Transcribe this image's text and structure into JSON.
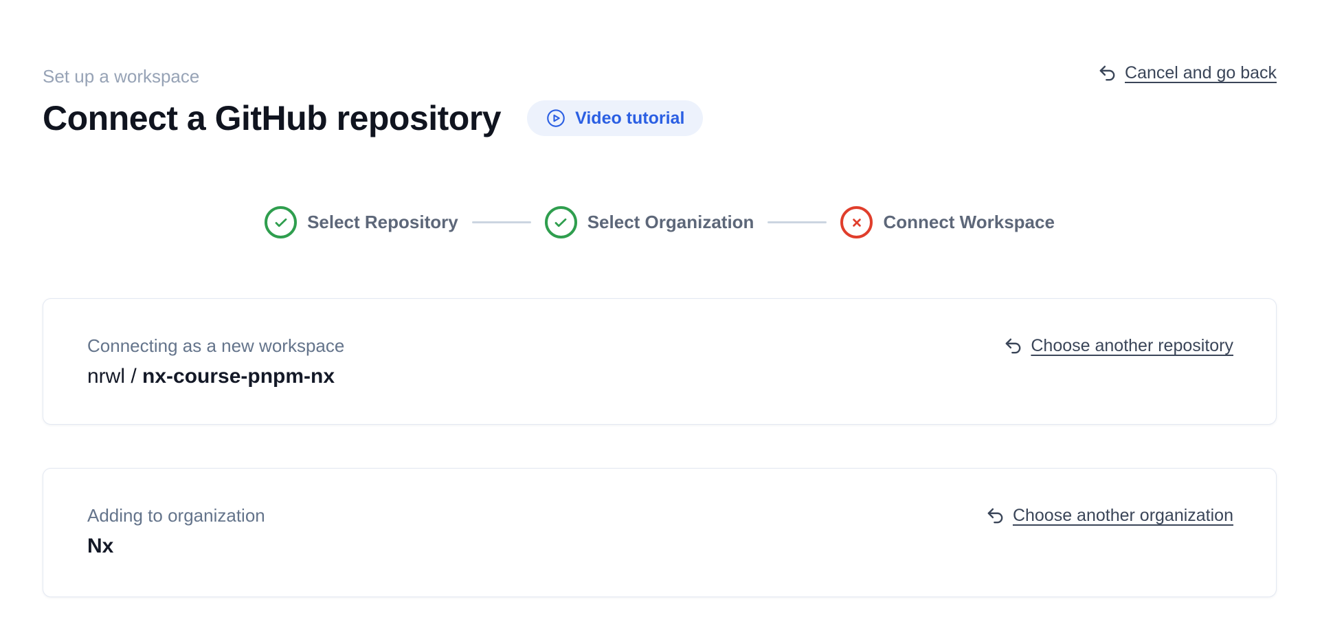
{
  "header": {
    "eyebrow": "Set up a workspace",
    "title": "Connect a GitHub repository",
    "video_button_label": "Video tutorial",
    "cancel_link_label": "Cancel and go back"
  },
  "stepper": {
    "steps": [
      {
        "label": "Select Repository",
        "status": "complete",
        "icon": "check-circle-icon"
      },
      {
        "label": "Select Organization",
        "status": "complete",
        "icon": "check-circle-icon"
      },
      {
        "label": "Connect Workspace",
        "status": "error",
        "icon": "x-circle-icon"
      }
    ]
  },
  "cards": [
    {
      "label": "Connecting as a new workspace",
      "value_prefix": "nrwl / ",
      "value": "nx-course-pnpm-nx",
      "action_label": "Choose another repository"
    },
    {
      "label": "Adding to organization",
      "value_prefix": "",
      "value": "Nx",
      "action_label": "Choose another organization"
    }
  ],
  "colors": {
    "accent_blue": "#2b5fe3",
    "video_button_bg": "#edf2fc",
    "success_green": "#2f9e4e",
    "error_red": "#e03e2c",
    "link_text": "#3a4558",
    "muted_label": "#64748b",
    "eyebrow_text": "#97a3b6",
    "stepper_label": "#5d6779",
    "connector_line": "#cbd5e1",
    "card_border": "#e3e8f2",
    "title_text": "#10141f"
  }
}
